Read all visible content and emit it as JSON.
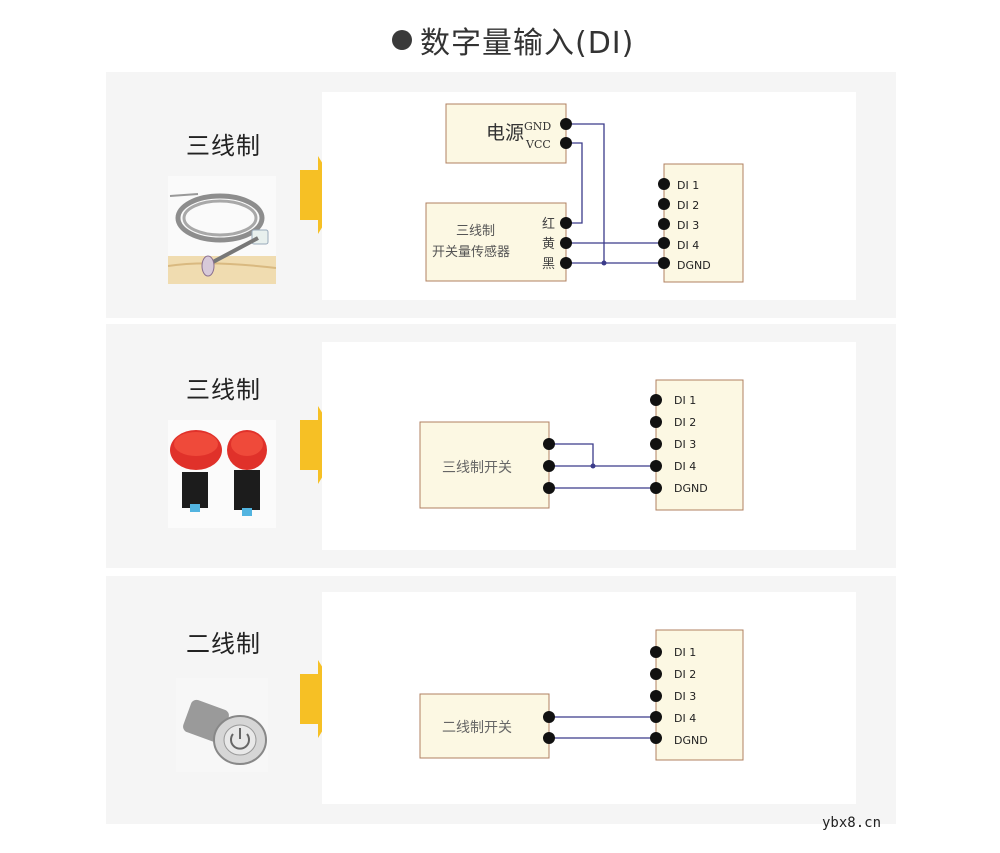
{
  "title": {
    "bullet_icon": "filled-circle",
    "text": "数字量输入(DI)"
  },
  "colors": {
    "panel_bg": "#f5f5f5",
    "canvas_bg": "#ffffff",
    "box_fill": "#fcf8e3",
    "box_border": "#b08060",
    "wire": "#3b3b8a",
    "terminal": "#111111",
    "arrow": "#f6c025"
  },
  "panels": [
    {
      "label": "三线制",
      "photo_alt": "proximity sensor with coiled cable",
      "diagram": {
        "power_box": {
          "label": "电源",
          "terminals": [
            "GND",
            "VCC"
          ]
        },
        "sensor_box": {
          "label_line1": "三线制",
          "label_line2": "开关量传感器",
          "terminals": [
            "红",
            "黄",
            "黑"
          ]
        },
        "di_box": {
          "terminals": [
            "DI 1",
            "DI 2",
            "DI 3",
            "DI 4",
            "DGND"
          ]
        }
      }
    },
    {
      "label": "三线制",
      "photo_alt": "red emergency stop buttons",
      "diagram": {
        "switch_box": {
          "label": "三线制开关",
          "terminal_count": 3
        },
        "di_box": {
          "terminals": [
            "DI 1",
            "DI 2",
            "DI 3",
            "DI 4",
            "DGND"
          ]
        }
      }
    },
    {
      "label": "二线制",
      "photo_alt": "metal push button with power symbol",
      "diagram": {
        "switch_box": {
          "label": "二线制开关",
          "terminal_count": 2
        },
        "di_box": {
          "terminals": [
            "DI 1",
            "DI 2",
            "DI 3",
            "DI 4",
            "DGND"
          ]
        }
      }
    }
  ],
  "watermark": "ybx8.cn"
}
